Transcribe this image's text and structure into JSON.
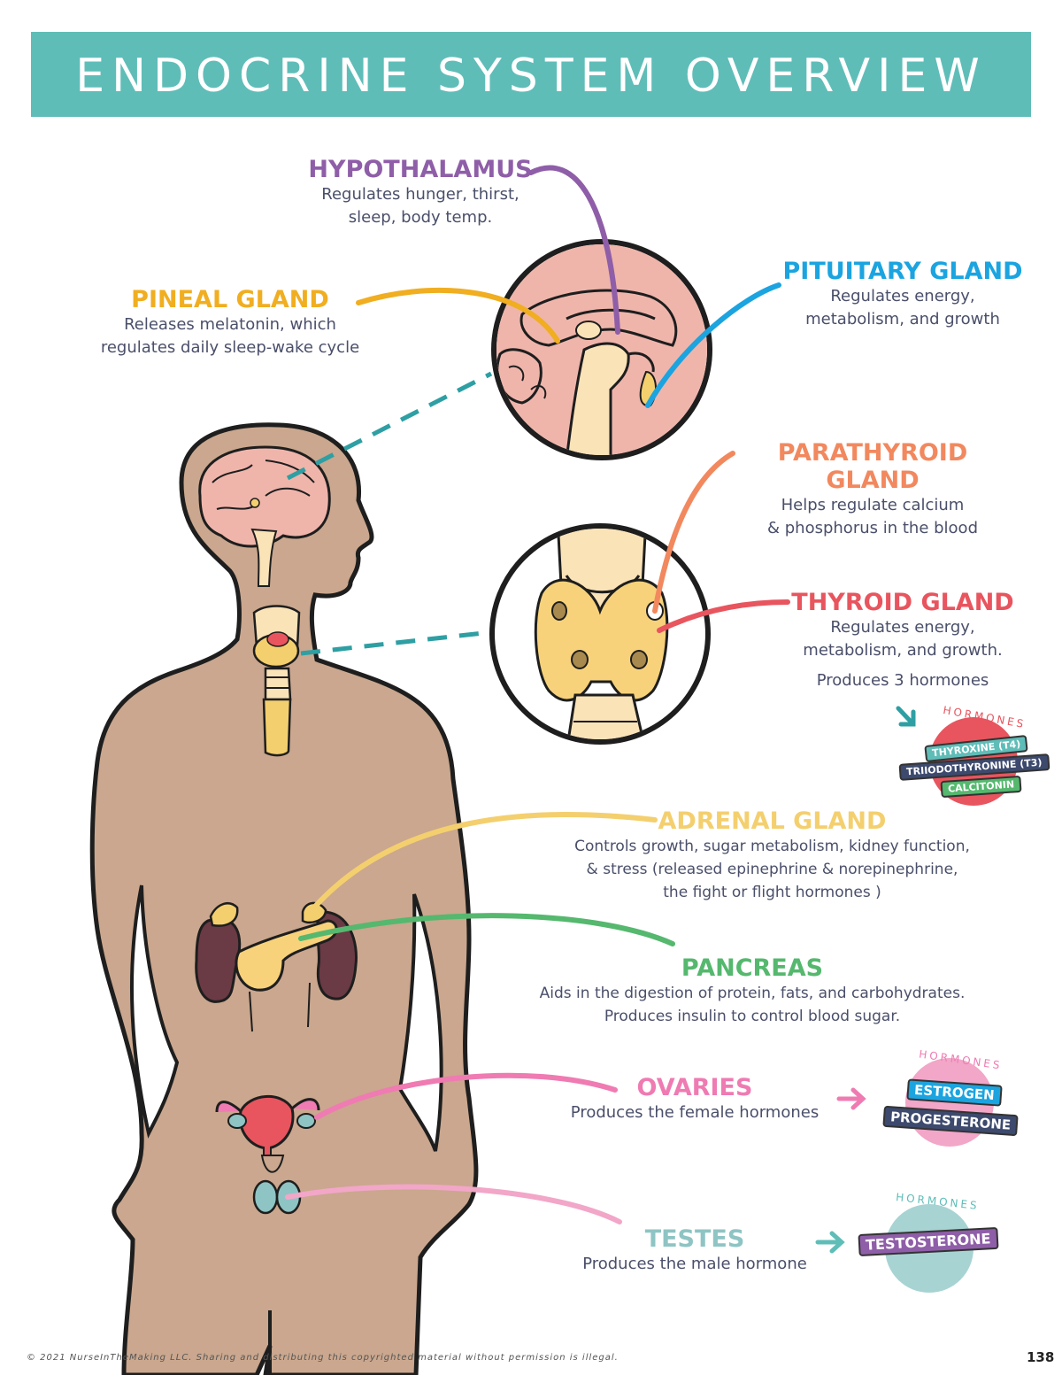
{
  "title": "ENDOCRINE SYSTEM OVERVIEW",
  "colors": {
    "banner": "#5fbdb8",
    "hypothalamus": "#8f5ea8",
    "pineal": "#f0ae20",
    "pituitary": "#1ba4e0",
    "parathyroid": "#f2885e",
    "thyroid": "#e8555e",
    "adrenal": "#f4cf6e",
    "pancreas": "#55b86e",
    "ovaries": "#ef7bb2",
    "testes": "#8ec4c4",
    "skin": "#caa78e",
    "dashed": "#2e9fa3"
  },
  "glands": {
    "hypothalamus": {
      "name": "HYPOTHALAMUS",
      "desc": [
        "Regulates hunger, thirst,",
        "sleep, body temp."
      ]
    },
    "pineal": {
      "name": "PINEAL GLAND",
      "desc": [
        "Releases melatonin, which",
        "regulates daily sleep-wake cycle"
      ]
    },
    "pituitary": {
      "name": "PITUITARY GLAND",
      "desc": [
        "Regulates energy,",
        "metabolism, and growth"
      ]
    },
    "parathyroid": {
      "name": "PARATHYROID GLAND",
      "desc": [
        "Helps regulate calcium",
        "& phosphorus in the blood"
      ]
    },
    "thyroid": {
      "name": "THYROID GLAND",
      "desc": [
        "Regulates energy,",
        "metabolism, and growth.",
        "Produces 3 hormones"
      ]
    },
    "adrenal": {
      "name": "ADRENAL GLAND",
      "desc": [
        "Controls growth, sugar metabolism, kidney function,",
        "& stress (released epinephrine & norepinephrine,",
        "the fight or flight hormones )"
      ]
    },
    "pancreas": {
      "name": "PANCREAS",
      "desc": [
        "Aids in the digestion of protein, fats, and carbohydrates.",
        "Produces insulin to control blood sugar."
      ]
    },
    "ovaries": {
      "name": "OVARIES",
      "desc": [
        "Produces the female hormones"
      ]
    },
    "testes": {
      "name": "TESTES",
      "desc": [
        "Produces the male hormone"
      ]
    }
  },
  "hormones_tag": "HORMONES",
  "thyroid_hormones": [
    "THYROXINE (T4)",
    "TRIIODOTHYRONINE (T3)",
    "CALCITONIN"
  ],
  "ovary_hormones": [
    "ESTROGEN",
    "PROGESTERONE"
  ],
  "testes_hormones": [
    "TESTOSTERONE"
  ],
  "footer": "© 2021 NurseInTheMaking LLC. Sharing and distributing this copyrighted material without permission is illegal.",
  "page_number": "138"
}
